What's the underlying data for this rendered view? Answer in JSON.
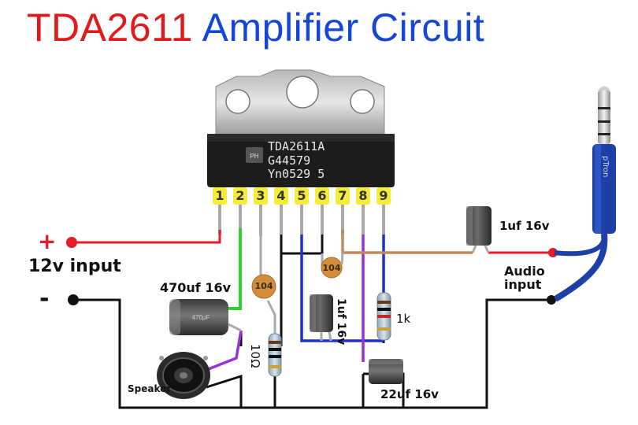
{
  "title": {
    "part1": "TDA2611",
    "part2": "Amplifier Circuit"
  },
  "colors": {
    "title_red": "#e01b1b",
    "title_blue": "#1546d6",
    "wire_black": "#111111",
    "wire_red": "#e51a2a",
    "wire_green": "#2fd12f",
    "wire_blue": "#1f2fd0",
    "wire_purple": "#9b30d9",
    "wire_brown": "#c08a5c",
    "pin_label_bg": "#f5ec3a"
  },
  "ic": {
    "marking": [
      "TDA2611A",
      "G44579",
      "Yn0529  5"
    ],
    "pins": [
      "1",
      "2",
      "3",
      "4",
      "5",
      "6",
      "7",
      "8",
      "9"
    ]
  },
  "labels": {
    "plus": "+",
    "minus": "-",
    "power_input": "12v input",
    "cap_470": "470uf 16v",
    "cap_104_left": "104",
    "cap_104_right": "104",
    "resistor_10": "10Ω",
    "cap_1uf_mid": "1uf 16v",
    "resistor_1k": "1k",
    "cap_22uf": "22uf 16v",
    "cap_1uf_audio": "1uf 16v",
    "audio_input": "Audio\ninput",
    "speaker": "Speaker",
    "jack_brand": "pTron"
  },
  "components": [
    {
      "name": "TDA2611A amplifier IC",
      "icon": "ic-sil9-heatsink-icon"
    },
    {
      "name": "470uF 16V electrolytic capacitor",
      "icon": "electrolytic-capacitor-icon"
    },
    {
      "name": "104 ceramic capacitor",
      "icon": "ceramic-capacitor-icon"
    },
    {
      "name": "10 ohm resistor",
      "icon": "resistor-icon"
    },
    {
      "name": "1uF 16V electrolytic capacitor",
      "icon": "electrolytic-capacitor-icon"
    },
    {
      "name": "1k resistor",
      "icon": "resistor-icon"
    },
    {
      "name": "22uF 16V electrolytic capacitor",
      "icon": "electrolytic-capacitor-icon"
    },
    {
      "name": "speaker",
      "icon": "speaker-icon"
    },
    {
      "name": "3.5mm audio jack",
      "icon": "audio-jack-icon"
    }
  ]
}
